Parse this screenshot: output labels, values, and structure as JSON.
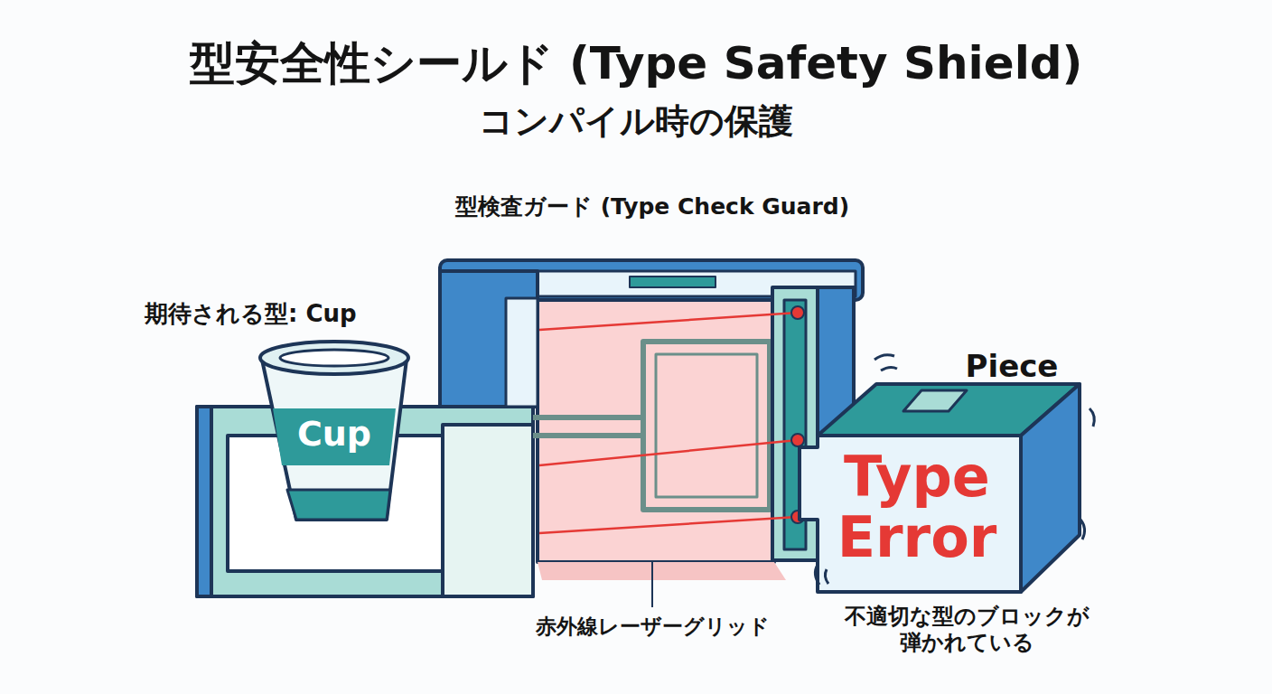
{
  "diagram": {
    "title": "型安全性シールド (Type Safety Shield)",
    "nodes": [
      {
        "text": [
          "型検査ガード (Type Check Guard)"
        ]
      },
      {
        "text": [
          "期待される型: Cup",
          "Cup"
        ]
      },
      {
        "text": [
          "Piece",
          "Type Error"
        ]
      }
    ],
    "labels": [
      "コンパイル時の保護",
      "赤外線レーザーグリッド",
      "不適切な型のブロックが 弾かれている"
    ]
  }
}
